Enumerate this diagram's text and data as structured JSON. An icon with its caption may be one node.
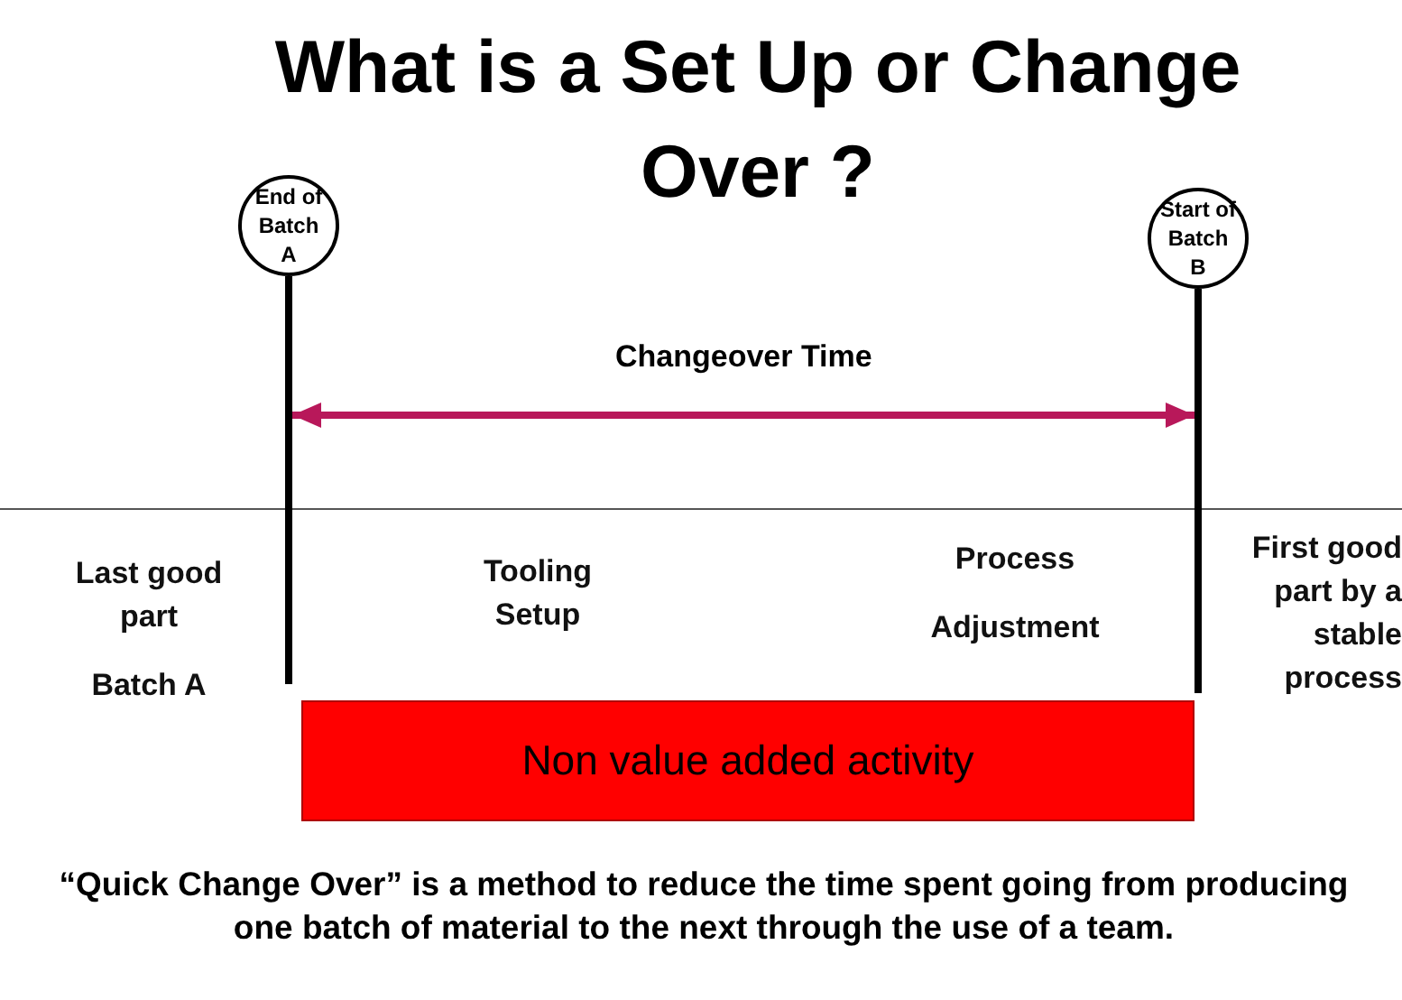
{
  "diagram": {
    "title": "What is a Set Up or Change Over ?",
    "caption": "“Quick Change Over” is a method to reduce the time spent going from producing one batch of material to the next through the use of a team.",
    "nodes": [
      {
        "text": [
          "End of Batch A"
        ]
      },
      {
        "text": [],
        "shape": "bar"
      },
      {
        "text": [
          "Start of Batch B"
        ]
      },
      {
        "text": [],
        "shape": "bar"
      },
      {
        "text": [
          "Non value added activity"
        ]
      }
    ],
    "edges": [
      {
        "from": 0,
        "to": 1,
        "arrow": "none"
      },
      {
        "from": 2,
        "to": 3,
        "arrow": "none"
      },
      {
        "from": 1,
        "to": 3,
        "arrow": "both",
        "label": "Changeover Time",
        "color": "#b8185a"
      }
    ],
    "labels": [
      "Last good part",
      "Batch A",
      "Tooling Setup",
      "Process",
      "Adjustment",
      "First good part by a stable process"
    ]
  }
}
